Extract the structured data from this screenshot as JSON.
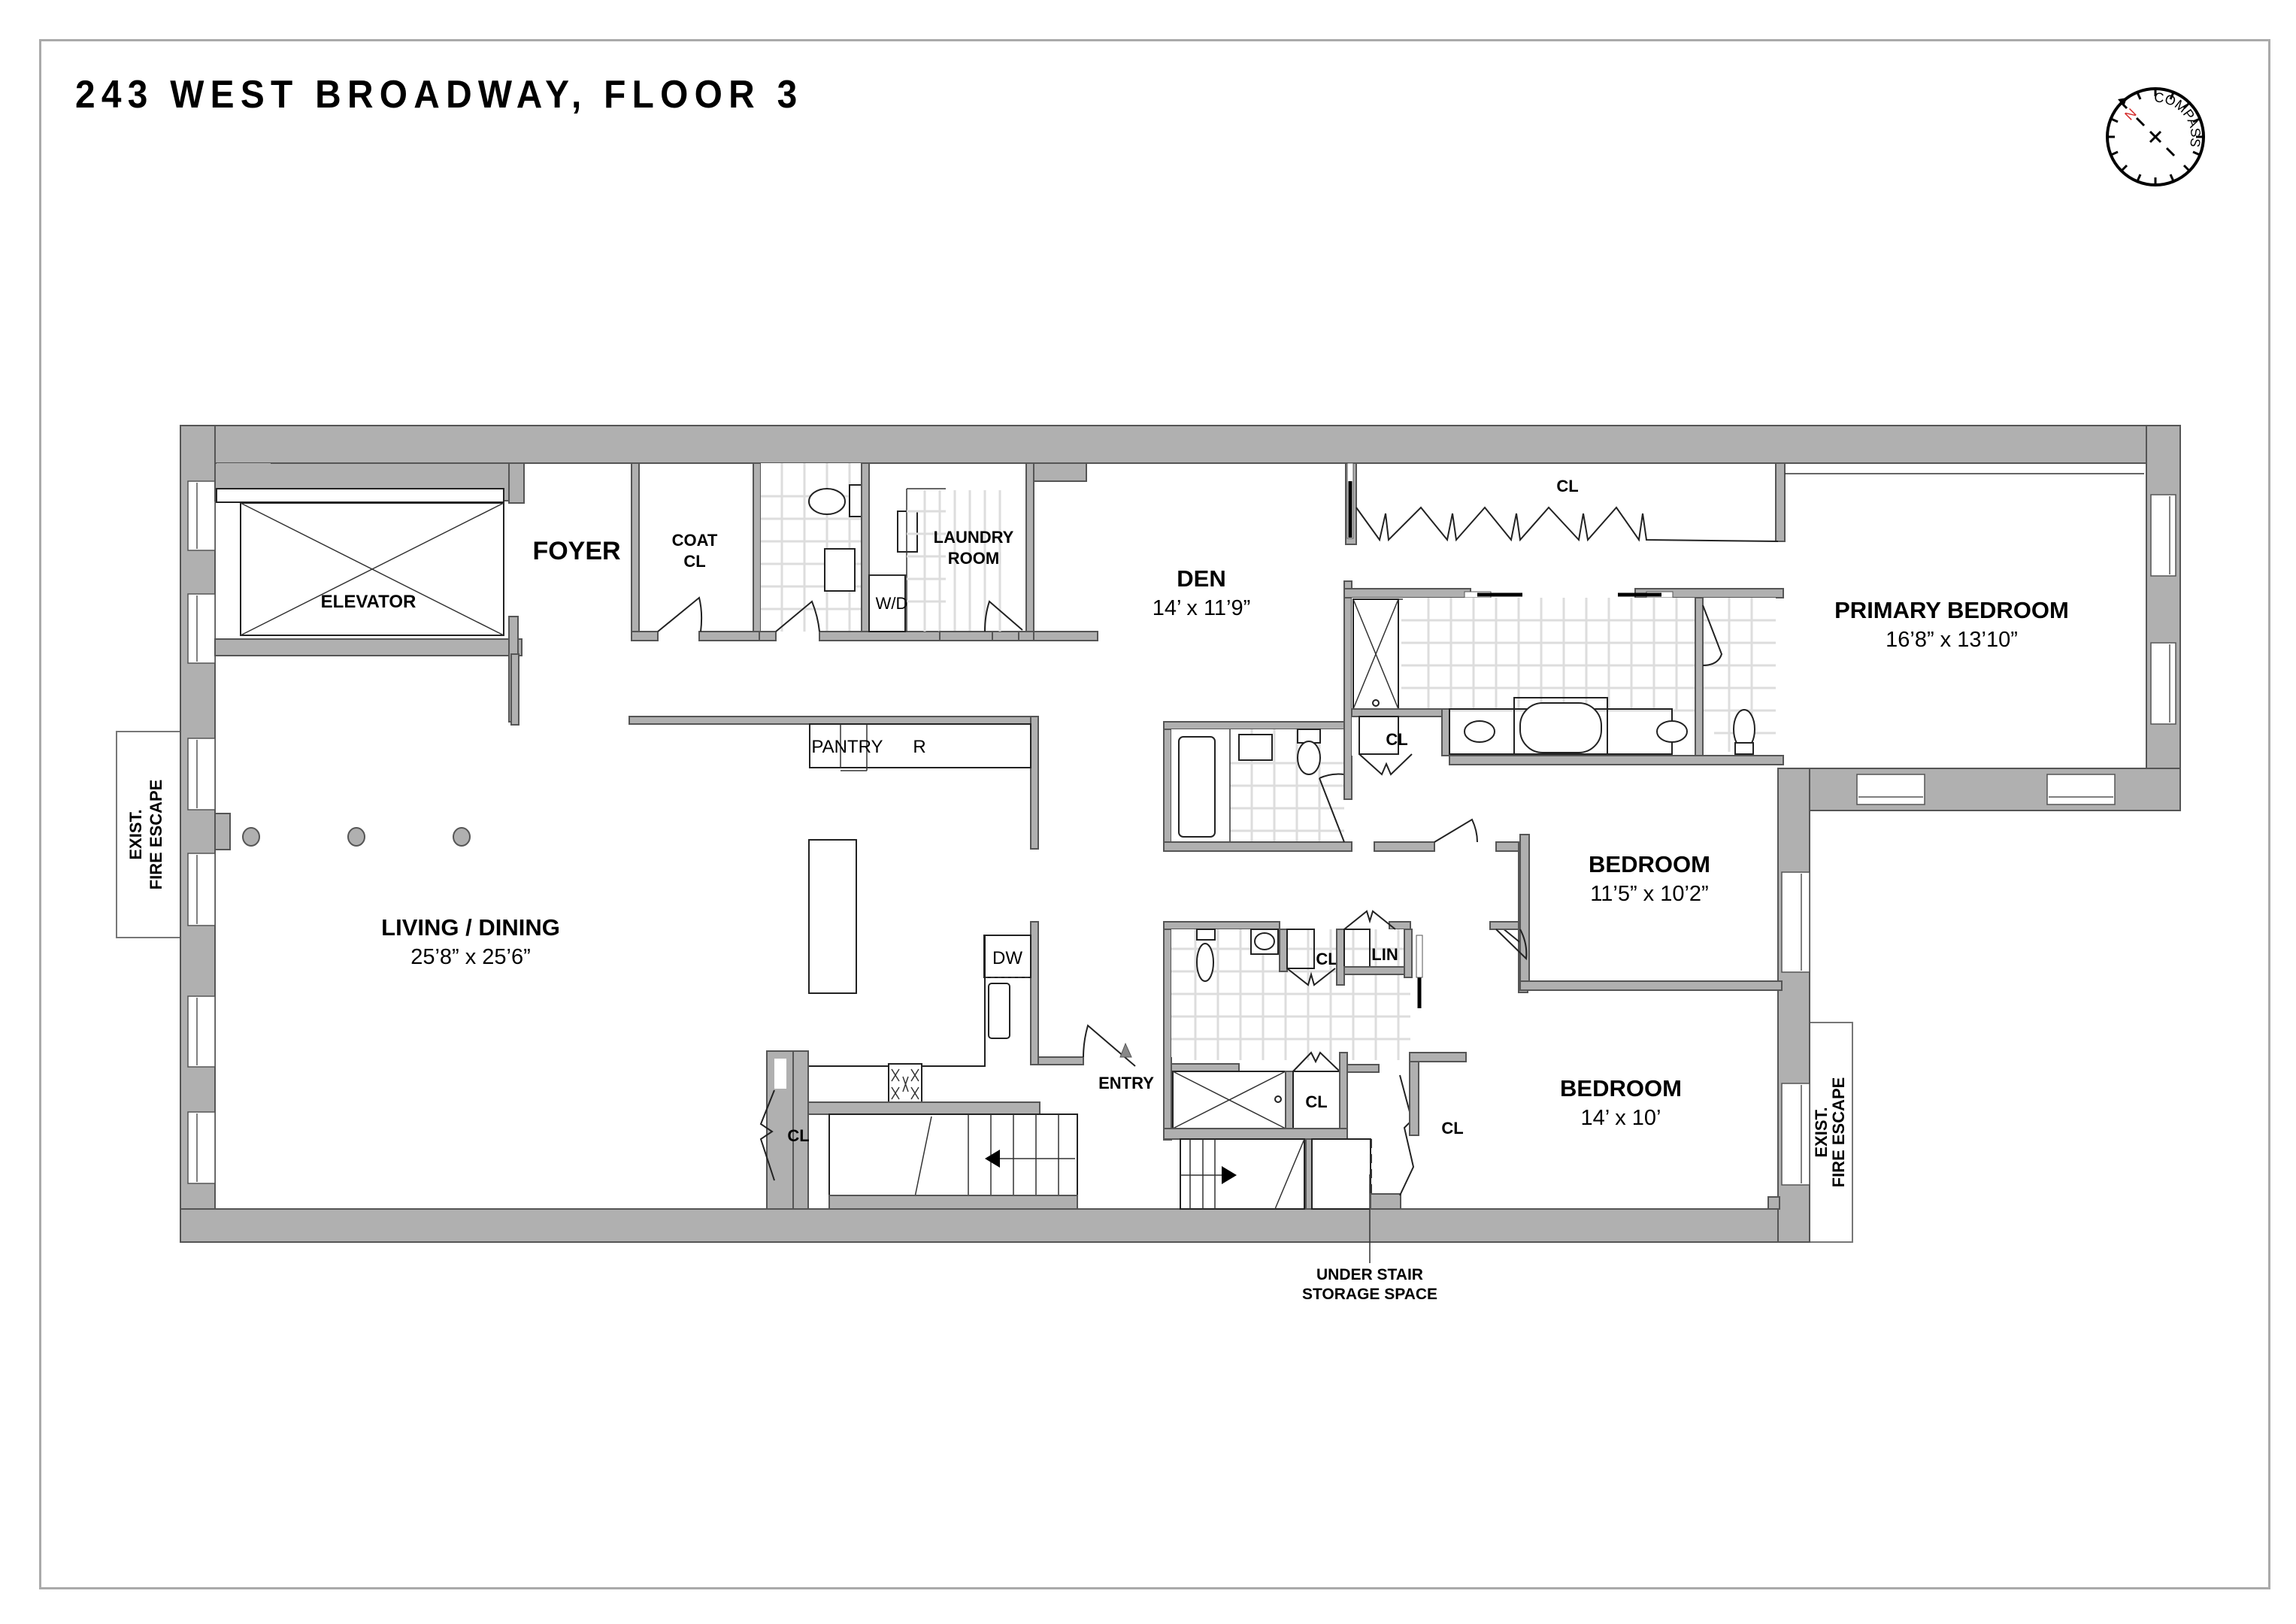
{
  "title": "243 WEST BROADWAY, FLOOR 3",
  "compass": {
    "label": "COMPASS",
    "north_label": "N",
    "north_color": "#d42a2a"
  },
  "colors": {
    "wall_fill": "#b0b0b0",
    "tile_grid": "#dddddd",
    "frame": "#aaaaaa"
  },
  "rooms": {
    "living": {
      "name": "LIVING / DINING",
      "dims": "25’8” x 25’6”"
    },
    "foyer": {
      "name": "FOYER"
    },
    "elevator": {
      "name": "ELEVATOR"
    },
    "coat_cl": {
      "line1": "COAT",
      "line2": "CL"
    },
    "laundry": {
      "line1": "LAUNDRY",
      "line2": "ROOM"
    },
    "den": {
      "name": "DEN",
      "dims": "14’ x 11’9”"
    },
    "primary": {
      "name": "PRIMARY BEDROOM",
      "dims": "16’8” x 13’10”"
    },
    "bedroom1": {
      "name": "BEDROOM",
      "dims": "11’5” x 10’2”"
    },
    "bedroom2": {
      "name": "BEDROOM",
      "dims": "14’ x 10’"
    },
    "entry": {
      "name": "ENTRY"
    }
  },
  "fixtures": {
    "pantry": "PANTRY",
    "refrigerator": "R",
    "dishwasher": "DW",
    "washer_dryer": "W/D",
    "closet": "CL",
    "linen": "LIN"
  },
  "annotations": {
    "fire_escape_line1": "EXIST.",
    "fire_escape_line2": "FIRE ESCAPE",
    "under_stair_line1": "UNDER STAIR",
    "under_stair_line2": "STORAGE SPACE"
  }
}
